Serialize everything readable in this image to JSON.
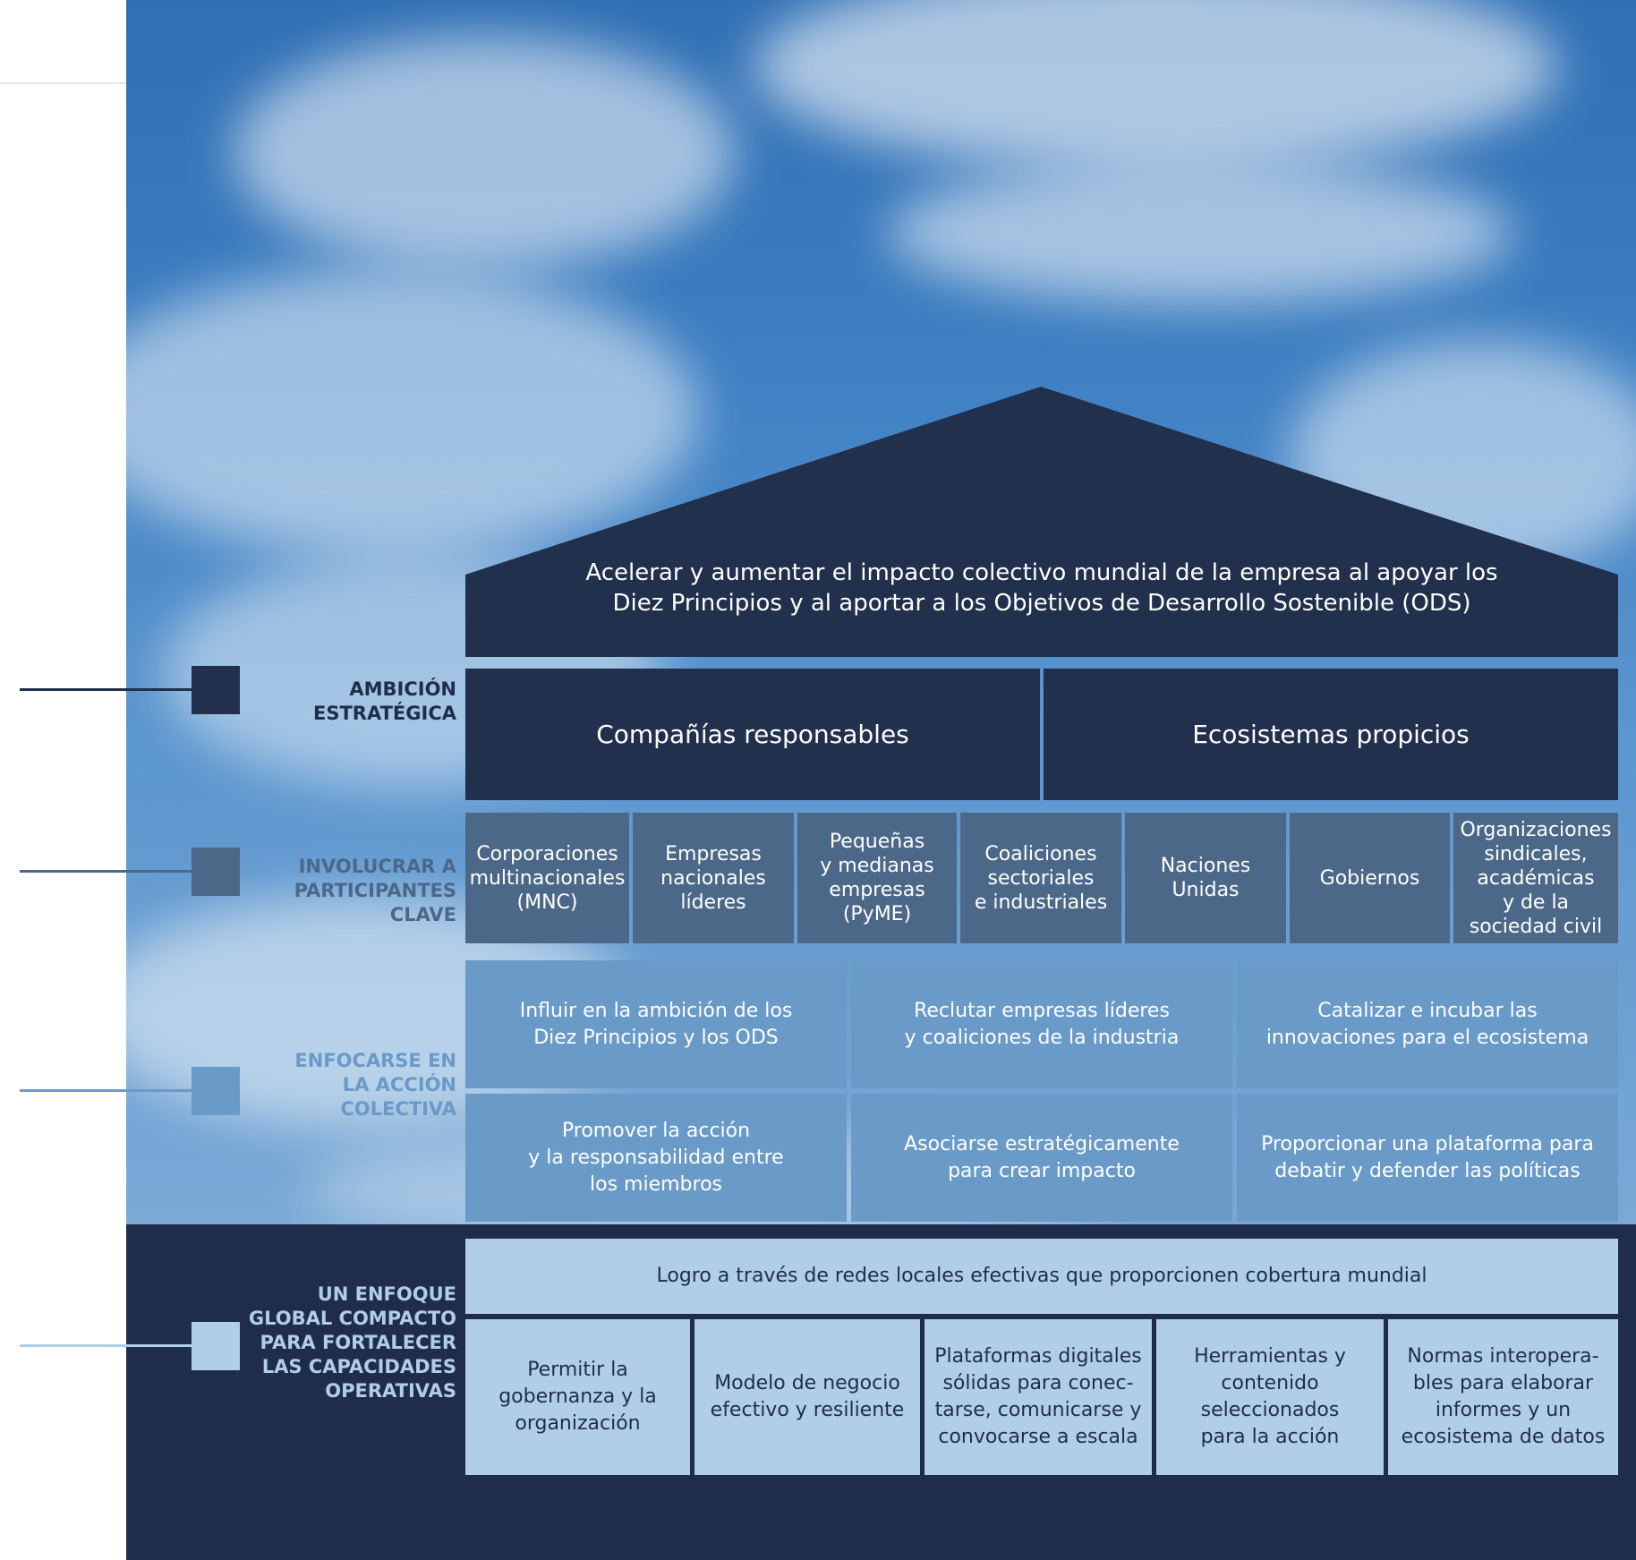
{
  "colors": {
    "navy": "#21304d",
    "steel_blue": "#4c6888",
    "mid_blue": "#6a9ac8",
    "light_blue": "#b0cee6",
    "base": "#1f2d4b"
  },
  "roof": {
    "line1": "Acelerar y aumentar el impacto colectivo mundial de la empresa al apoyar los",
    "line2": "Diez Principios y al aportar a los Objetivos de Desarrollo Sostenible (ODS)"
  },
  "levels": [
    {
      "label": "AMBICIÓN\nESTRATÉGICA",
      "color": "#21304d"
    },
    {
      "label": "INVOLUCRAR A\nPARTICIPANTES\nCLAVE",
      "color": "#4c6888"
    },
    {
      "label": "ENFOCARSE EN\nLA ACCIÓN\nCOLECTIVA",
      "color": "#6a9ac8"
    },
    {
      "label": "UN ENFOQUE\nGLOBAL COMPACTO\nPARA FORTALECER\nLAS CAPACIDADES\nOPERATIVAS",
      "color": "#b0cee6"
    }
  ],
  "ambition": [
    "Compañías responsables",
    "Ecosistemas propicios"
  ],
  "participants": [
    [
      "Corporaciones",
      "multinacionales",
      "(MNC)"
    ],
    [
      "Empresas",
      "nacionales",
      "líderes"
    ],
    [
      "Pequeñas",
      "y medianas",
      "empresas",
      "(PyME)"
    ],
    [
      "Coaliciones",
      "sectoriales",
      "e industriales"
    ],
    [
      "Naciones",
      "Unidas"
    ],
    [
      "Gobiernos"
    ],
    [
      "Organizaciones",
      "sindicales,",
      "académicas",
      "y de la",
      "sociedad civil"
    ]
  ],
  "collective": [
    [
      "Influir en la ambición de los",
      "Diez Principios y los ODS"
    ],
    [
      "Reclutar empresas líderes",
      "y coaliciones de la industria"
    ],
    [
      "Catalizar e incubar las",
      "innovaciones para el ecosistema"
    ],
    [
      "Promover la acción",
      "y la responsabilidad entre",
      "los miembros"
    ],
    [
      "Asociarse estratégicamente",
      "para crear impacto"
    ],
    [
      "Proporcionar una plataforma para",
      "debatir y defender las políticas"
    ]
  ],
  "operations": {
    "header": "Logro a través de redes locales efectivas que proporcionen cobertura mundial",
    "items": [
      [
        "Permitir la",
        "gobernanza y la",
        "organización"
      ],
      [
        "Modelo de negocio",
        "efectivo y resiliente"
      ],
      [
        "Plataformas digitales",
        "sólidas para conec-",
        "tarse, comunicarse y",
        "convocarse a escala"
      ],
      [
        "Herramientas y",
        "contenido",
        "seleccionados",
        "para la acción"
      ],
      [
        "Normas interopera-",
        "bles para elaborar",
        "informes y un",
        "ecosistema de datos"
      ]
    ]
  }
}
